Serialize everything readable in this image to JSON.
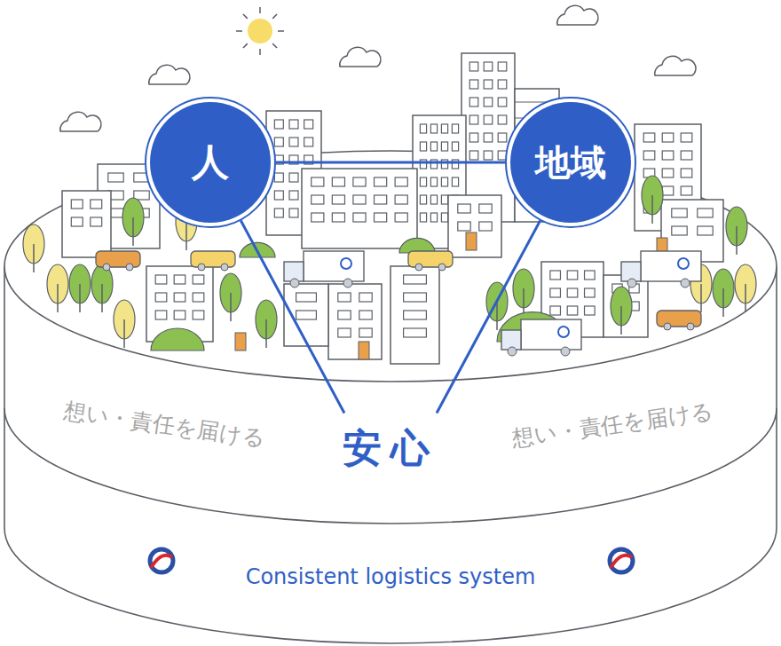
{
  "diagram": {
    "nodes": [
      {
        "text": [
          "人"
        ]
      },
      {
        "text": [
          "地域"
        ]
      },
      {
        "text": [
          "安心"
        ]
      }
    ],
    "edges": [
      {
        "from": 0,
        "to": 1,
        "arrow": "none"
      },
      {
        "from": 0,
        "to": 2,
        "arrow": "none"
      },
      {
        "from": 1,
        "to": 2,
        "arrow": "none"
      }
    ],
    "labels": [
      "想い・責任を届ける",
      "想い・責任を届ける",
      "Consistent logistics system"
    ]
  }
}
